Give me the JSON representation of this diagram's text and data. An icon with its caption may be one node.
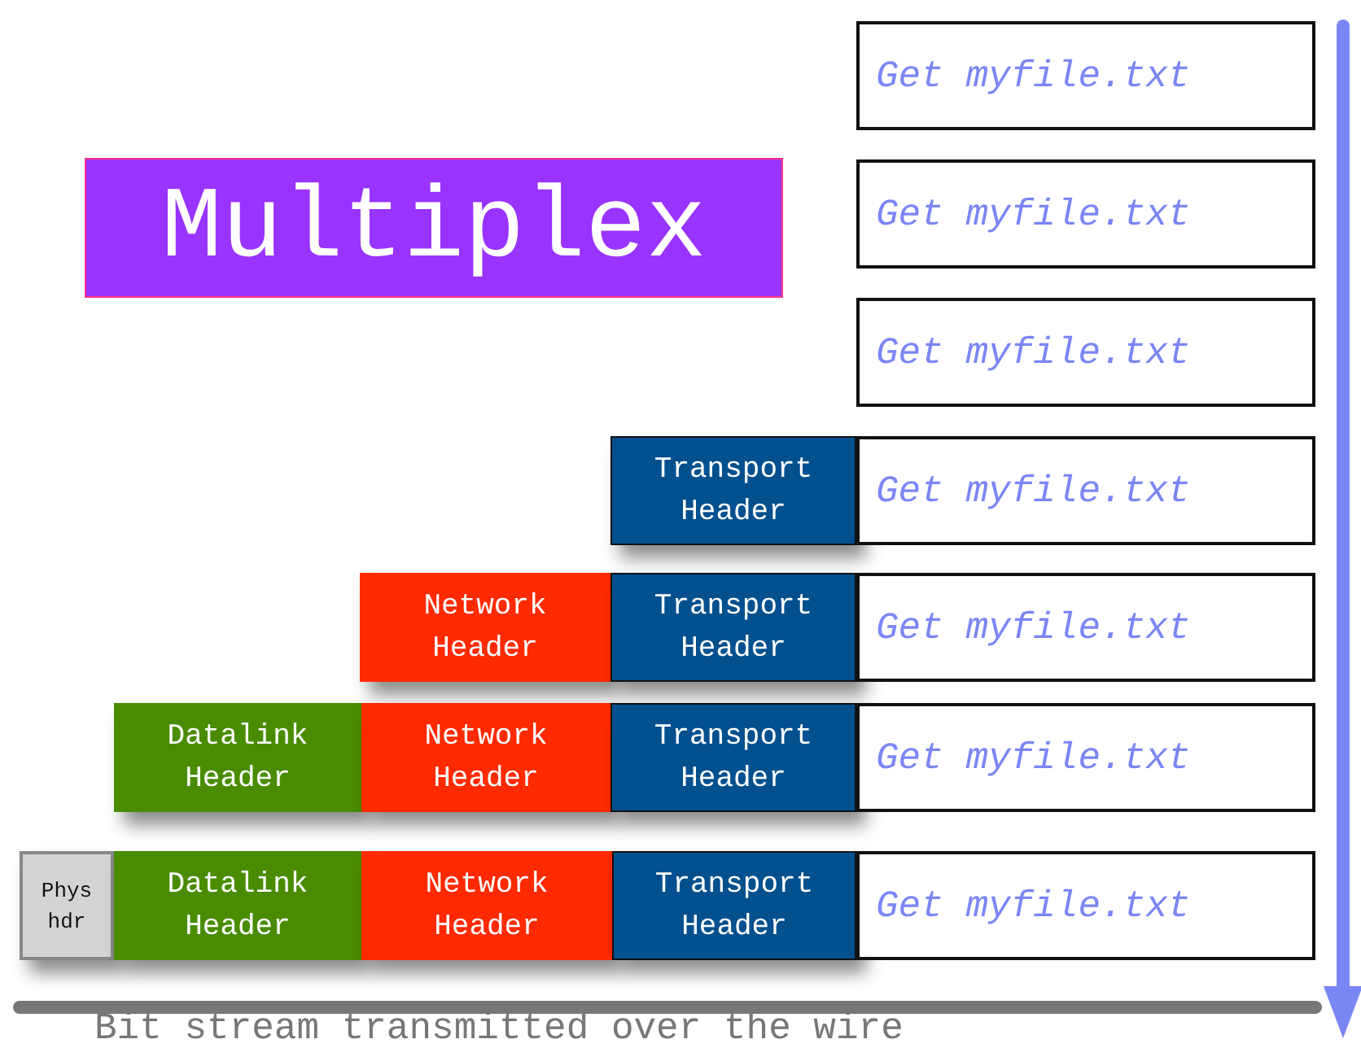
{
  "diagram": {
    "nodes": [
      {
        "text": [
          "Get myfile.txt"
        ]
      },
      {
        "text": [
          "Multiplex"
        ]
      },
      {
        "text": [
          "Get myfile.txt"
        ]
      },
      {
        "text": [
          "Get myfile.txt"
        ]
      },
      {
        "text": [
          "Transport Header"
        ]
      },
      {
        "text": [
          "Get myfile.txt"
        ]
      },
      {
        "text": [
          "Network Header"
        ]
      },
      {
        "text": [
          "Transport Header"
        ]
      },
      {
        "text": [
          "Get myfile.txt"
        ]
      },
      {
        "text": [
          "Datalink Header"
        ]
      },
      {
        "text": [
          "Network Header"
        ]
      },
      {
        "text": [
          "Transport Header"
        ]
      },
      {
        "text": [
          "Get myfile.txt"
        ]
      },
      {
        "text": [
          "Phys hdr"
        ]
      },
      {
        "text": [
          "Datalink Header"
        ]
      },
      {
        "text": [
          "Network Header"
        ]
      },
      {
        "text": [
          "Transport Header"
        ]
      },
      {
        "text": [
          "Get myfile.txt"
        ]
      }
    ],
    "labels": [
      "Bit stream transmitted over the wire"
    ]
  }
}
